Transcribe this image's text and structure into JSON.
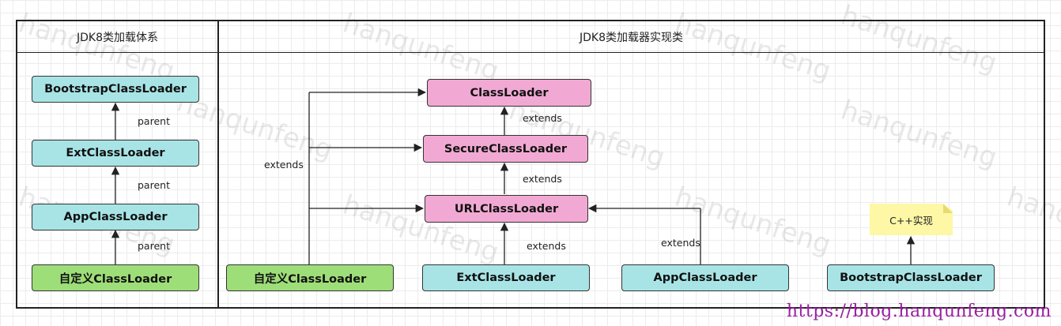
{
  "panels": {
    "left_title": "JDK8类加载体系",
    "right_title": "JDK8类加载器实现类"
  },
  "left_nodes": {
    "bootstrap": "BootstrapClassLoader",
    "ext": "ExtClassLoader",
    "app": "AppClassLoader",
    "custom": "自定义ClassLoader"
  },
  "left_labels": {
    "parent1": "parent",
    "parent2": "parent",
    "parent3": "parent"
  },
  "right_nodes": {
    "classloader": "ClassLoader",
    "secure": "SecureClassLoader",
    "url": "URLClassLoader",
    "custom": "自定义ClassLoader",
    "ext": "ExtClassLoader",
    "app": "AppClassLoader",
    "bootstrap": "BootstrapClassLoader"
  },
  "right_labels": {
    "extends_left": "extends",
    "extends_secure": "extends",
    "extends_url": "extends",
    "extends_ext": "extends",
    "extends_app": "extends"
  },
  "note": "C++实现",
  "watermark_text": "hanqunfeng",
  "url_text": "https://blog.hanqunfeng.com",
  "colors": {
    "cyan": "#a8e4e6",
    "pink": "#f1a9d4",
    "green": "#9ede78",
    "note": "#fdf7a6",
    "url": "#9a1fa0"
  }
}
